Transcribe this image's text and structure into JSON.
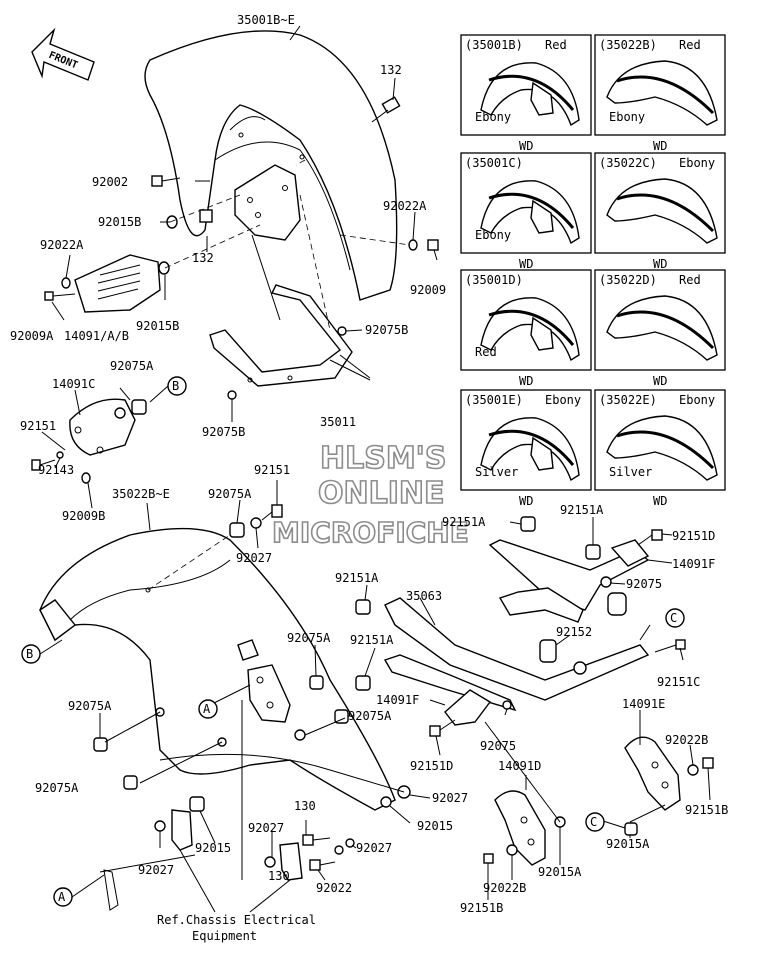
{
  "front_label": "FRONT",
  "watermark": [
    "HLSM'S",
    "ONLINE",
    "MICROFICHE"
  ],
  "labels": {
    "p35001BE": "35001B~E",
    "p132a": "132",
    "p132b": "132",
    "p92002": "92002",
    "p92015Ba": "92015B",
    "p92015Bb": "92015B",
    "p92022Aa": "92022A",
    "p92022Ab": "92022A",
    "p92009": "92009",
    "p92009A": "92009A",
    "p14091AB": "14091/A/B",
    "p92075Ba": "92075B",
    "p92075Bb": "92075B",
    "p35011": "35011",
    "p14091C": "14091C",
    "p92075Aa": "92075A",
    "p92151a": "92151",
    "p92143": "92143",
    "p92009B": "92009B",
    "p35022BE": "35022B~E",
    "p92075Ab": "92075A",
    "p92151b": "92151",
    "p92027a": "92027",
    "p92151Aa": "92151A",
    "p92151Ab": "92151A",
    "p92151D_a": "92151D",
    "p14091F_a": "14091F",
    "p92075a": "92075",
    "p92151Ac": "92151A",
    "p35063": "35063",
    "p92151Ad": "92151A",
    "p92152": "92152",
    "p92151C": "92151C",
    "p92075Ac": "92075A",
    "p14091F_b": "14091F",
    "p92075Ad": "92075A",
    "p92075b": "92075",
    "p92151D_b": "92151D",
    "p92075Ae": "92075A",
    "p92075Af": "92075A",
    "p14091E": "14091E",
    "p92022B_a": "92022B",
    "p92151B_a": "92151B",
    "p14091D": "14091D",
    "p92027b": "92027",
    "p92015": "92015",
    "p130a": "130",
    "p92027c": "92027",
    "p92027d": "92027",
    "p92015b": "92015",
    "p92027e": "92027",
    "p130b": "130",
    "p92022": "92022",
    "p92015Aa": "92015A",
    "p92015Ab": "92015A",
    "p92022B_b": "92022B",
    "p92151B_b": "92151B",
    "ref_line1": "Ref.Chassis Electrical",
    "ref_line2": "Equipment"
  },
  "callouts": [
    "A",
    "B",
    "C"
  ],
  "variants": [
    {
      "code": "(35001B)",
      "top_color": "Red",
      "bottom_color": "Ebony",
      "note": "WD"
    },
    {
      "code": "(35022B)",
      "top_color": "Red",
      "bottom_color": "Ebony",
      "note": "WD"
    },
    {
      "code": "(35001C)",
      "top_color": "",
      "bottom_color": "Ebony",
      "note": "WD"
    },
    {
      "code": "(35022C)",
      "top_color": "Ebony",
      "bottom_color": "",
      "note": "WD"
    },
    {
      "code": "(35001D)",
      "top_color": "",
      "bottom_color": "Red",
      "note": "WD"
    },
    {
      "code": "(35022D)",
      "top_color": "Red",
      "bottom_color": "",
      "note": "WD"
    },
    {
      "code": "(35001E)",
      "top_color": "Ebony",
      "bottom_color": "Silver",
      "note": "WD"
    },
    {
      "code": "(35022E)",
      "top_color": "Ebony",
      "bottom_color": "Silver",
      "note": "WD"
    }
  ]
}
